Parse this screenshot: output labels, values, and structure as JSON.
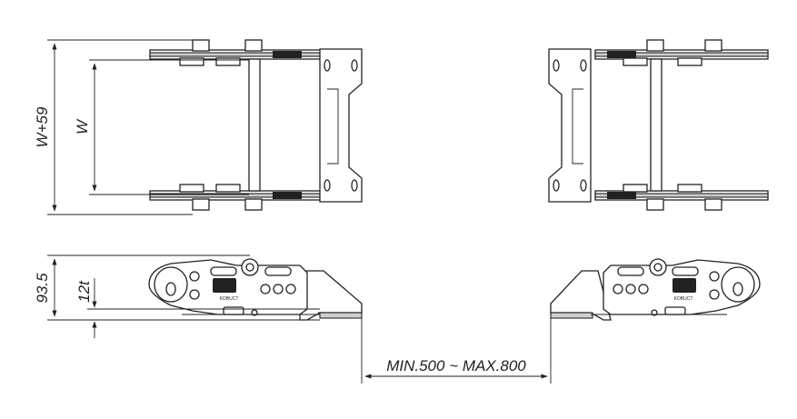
{
  "dimensions": {
    "total_width": "W+59",
    "width": "W",
    "height": "93.5",
    "thickness": "12t",
    "span": "MIN.500 ~ MAX.800"
  },
  "brand_mark": "KOBUCT",
  "colors": {
    "line": "#222222",
    "background": "#ffffff"
  }
}
